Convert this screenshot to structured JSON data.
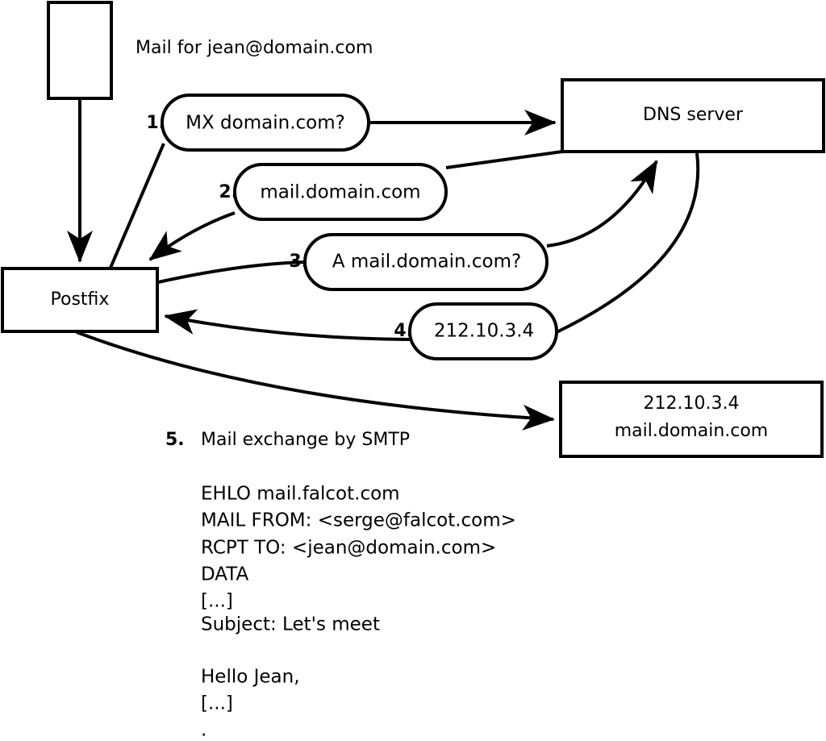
{
  "diagram": {
    "title_text": "Mail for jean@domain.com",
    "nodes": {
      "sender_box": {
        "label": ""
      },
      "postfix": {
        "label": "Postfix"
      },
      "dns_server": {
        "label": "DNS server"
      },
      "target_server": {
        "line1": "212.10.3.4",
        "line2": "mail.domain.com"
      }
    },
    "steps": [
      {
        "num": "1.",
        "label": "MX domain.com?"
      },
      {
        "num": "2.",
        "label": "mail.domain.com"
      },
      {
        "num": "3.",
        "label": "A mail.domain.com?"
      },
      {
        "num": "4.",
        "label": "212.10.3.4"
      }
    ],
    "step5": {
      "num": "5.",
      "label": "Mail exchange by SMTP"
    },
    "smtp_transcript": [
      "EHLO mail.falcot.com",
      "MAIL FROM: <serge@falcot.com>",
      "RCPT TO: <jean@domain.com>",
      "DATA",
      "[...]",
      "Subject: Let's meet",
      "",
      "Hello Jean,",
      "[...]",
      "."
    ],
    "colors": {
      "stroke": "#000000",
      "fill": "#ffffff",
      "text": "#000000"
    }
  }
}
